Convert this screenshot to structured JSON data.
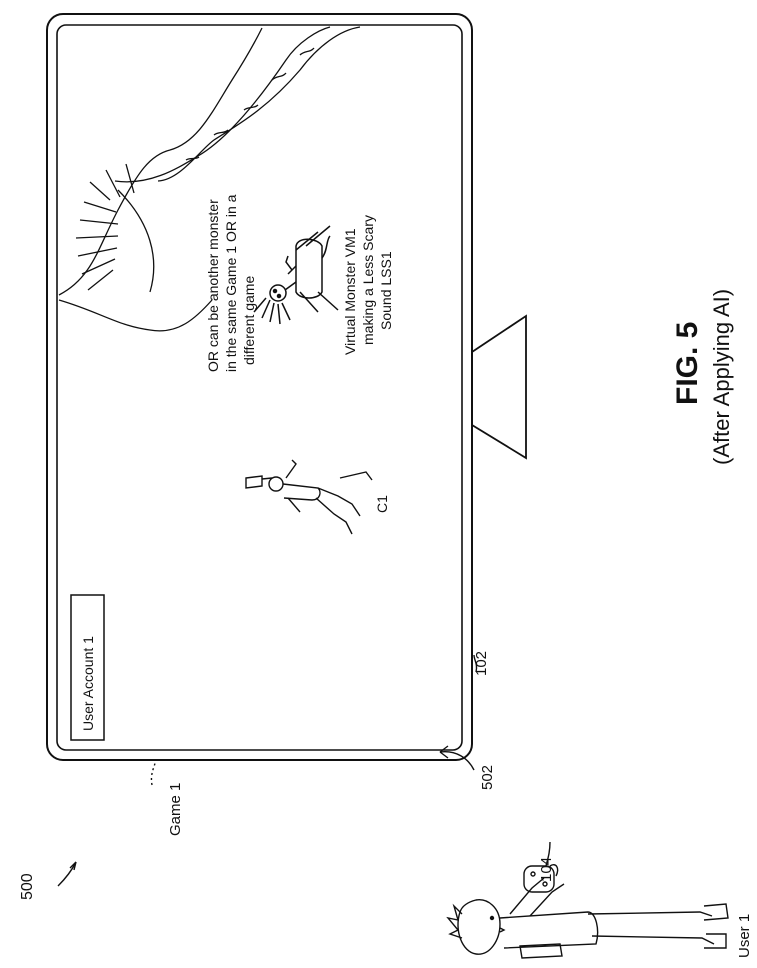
{
  "figure": {
    "number": "FIG. 5",
    "caption": "(After Applying AI)"
  },
  "labels": {
    "ref_500": "500",
    "game": "Game 1",
    "ref_502": "502",
    "ref_102": "102",
    "ref_104": "104",
    "user": "User 1",
    "user_account": "User Account 1",
    "character": "C1"
  },
  "annotation_or": {
    "line1": "OR can be another monster",
    "line2": "in the same Game 1 OR in a",
    "line3": "different game"
  },
  "monster_label": {
    "line1": "Virtual Monster VM1",
    "line2": "making a Less Scary",
    "line3": "Sound LSS1"
  }
}
